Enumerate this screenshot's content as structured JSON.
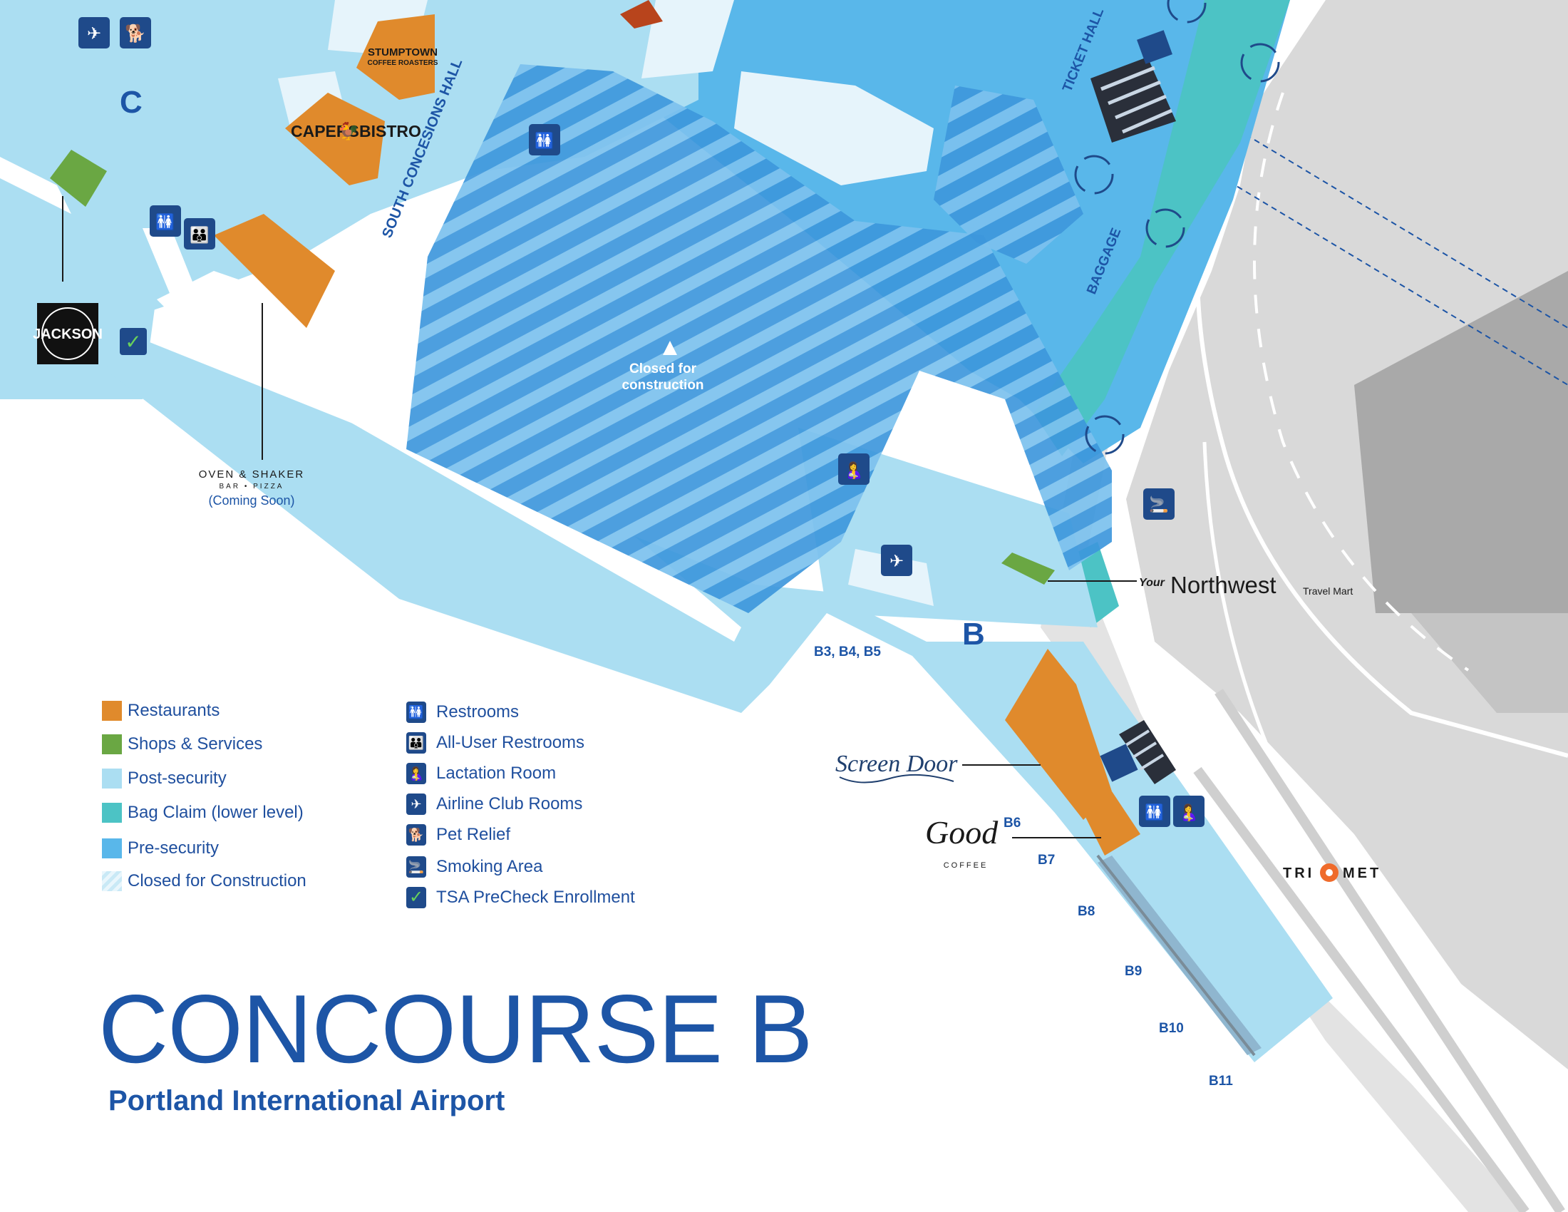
{
  "map": {
    "concourse_labels": {
      "c": "C",
      "b": "B"
    },
    "areas": {
      "south_concessions": "SOUTH CONCESIONS HALL",
      "ticket_hall": "TICKET HALL",
      "baggage": "BAGGAGE",
      "closed_line1": "Closed for",
      "closed_line2": "construction"
    },
    "gates": {
      "b3_5": "B3, B4, B5",
      "b6": "B6",
      "b7": "B7",
      "b8": "B8",
      "b9": "B9",
      "b10": "B10",
      "b11": "B11"
    },
    "venues": {
      "stumptown_line1": "STUMPTOWN",
      "stumptown_line2": "COFFEE ROASTERS",
      "capers": "CAPERS",
      "bistro": "BISTRO",
      "oven_line1": "OVEN & SHAKER",
      "oven_line2": "BAR • PIZZA",
      "oven_line3": "(Coming Soon)",
      "jackson": "JACKSON",
      "your": "Your",
      "northwest": "Northwest",
      "travel_mart": "Travel Mart",
      "screen_door": "Screen Door",
      "good": "Good",
      "good_coffee": "COFFEE",
      "trimet_left": "TRI",
      "trimet_right": "MET"
    },
    "colors": {
      "restaurants": "#e08a2c",
      "shops": "#6aa743",
      "post_security": "#abdef2",
      "bag_claim": "#4cc3c5",
      "pre_security": "#59b7ea",
      "icon_bg": "#1f4a8a",
      "text_blue": "#1d55a6"
    }
  },
  "legend": {
    "areas": [
      {
        "label": "Restaurants",
        "color": "#e08a2c"
      },
      {
        "label": "Shops & Services",
        "color": "#6aa743"
      },
      {
        "label": "Post-security",
        "color": "#abdef2"
      },
      {
        "label": "Bag Claim (lower level)",
        "color": "#4cc3c5"
      },
      {
        "label": "Pre-security",
        "color": "#59b7ea"
      },
      {
        "label": "Closed for Construction",
        "color": "#c9e9f6"
      }
    ],
    "amenities": [
      {
        "label": "Restrooms",
        "icon": "restroom-icon"
      },
      {
        "label": "All-User Restrooms",
        "icon": "all-user-restroom-icon"
      },
      {
        "label": "Lactation Room",
        "icon": "lactation-icon"
      },
      {
        "label": "Airline Club Rooms",
        "icon": "airline-club-icon"
      },
      {
        "label": "Pet Relief",
        "icon": "pet-relief-icon"
      },
      {
        "label": "Smoking Area",
        "icon": "smoking-icon"
      },
      {
        "label": "TSA PreCheck Enrollment",
        "icon": "tsa-precheck-icon"
      }
    ]
  },
  "title": "CONCOURSE B",
  "subtitle": "Portland International Airport"
}
